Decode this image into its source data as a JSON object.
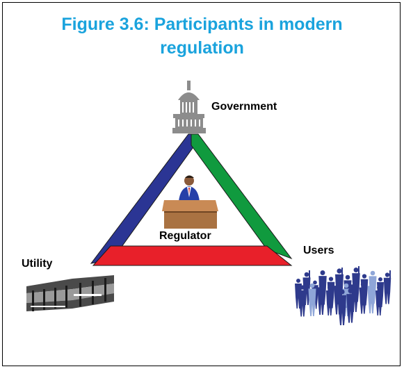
{
  "figure": {
    "title_line1": "Figure 3.6: Participants in modern",
    "title_line2": "regulation"
  },
  "labels": {
    "government": "Government",
    "regulator": "Regulator",
    "utility": "Utility",
    "users": "Users"
  },
  "colors": {
    "title": "#1aa3dd",
    "left_edge": "#2b3594",
    "right_edge": "#109a3e",
    "bottom_edge": "#e8202a",
    "desk": "#b07b45",
    "capitol": "#8c8c8c",
    "building": "#5a5a5a",
    "crowd": "#2e3a8c"
  },
  "icons": {
    "government": "capitol-building-icon",
    "regulator": "person-at-desk-icon",
    "utility": "office-building-icon",
    "users": "crowd-icon"
  }
}
